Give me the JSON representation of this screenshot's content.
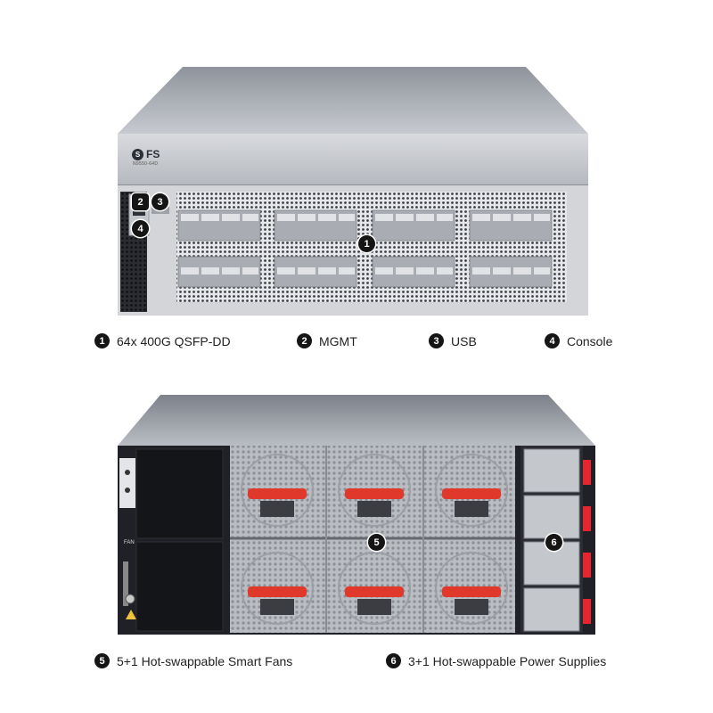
{
  "brand": {
    "logo": "FS",
    "model": "N9550-64D"
  },
  "front_callouts": [
    {
      "num": "1",
      "label": "64x 400G QSFP-DD"
    },
    {
      "num": "2",
      "label": "MGMT"
    },
    {
      "num": "3",
      "label": "USB"
    },
    {
      "num": "4",
      "label": "Console"
    }
  ],
  "rear_callouts": [
    {
      "num": "5",
      "label": "5+1 Hot-swappable Smart Fans"
    },
    {
      "num": "6",
      "label": "3+1 Hot-swappable Power Supplies"
    }
  ],
  "rear_panel": {
    "fan_label": "FAN"
  },
  "colors": {
    "chassis_top": "#b8bcc3",
    "front_panel": "#c9ccd1",
    "rear_dark": "#1f2126",
    "fan_accent": "#e0392b",
    "psu_handle": "#e8252f"
  }
}
